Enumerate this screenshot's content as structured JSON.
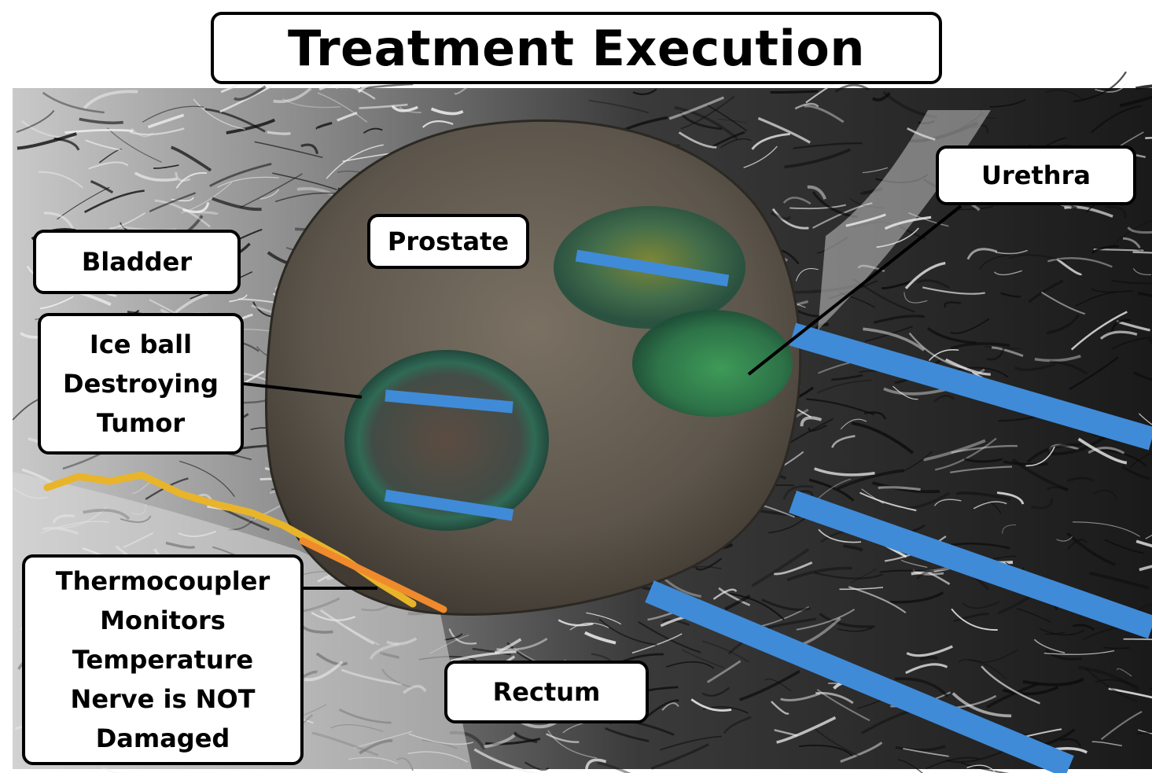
{
  "title": "Treatment Execution",
  "labels": {
    "bladder": "Bladder",
    "prostate": "Prostate",
    "urethra": "Urethra",
    "rectum": "Rectum",
    "iceball": [
      "Ice ball",
      "Destroying",
      "Tumor"
    ],
    "thermocoupler": [
      "Thermocoupler",
      "Monitors",
      "Temperature",
      "Nerve is NOT",
      "Damaged"
    ]
  },
  "colors": {
    "probe": "#3f8bd8",
    "iceball": "#2f7a5a",
    "prostate": "#5e574c",
    "nerve": "#e8b42a",
    "thermocoupler": "#f08a2c",
    "leader": "#000000"
  }
}
